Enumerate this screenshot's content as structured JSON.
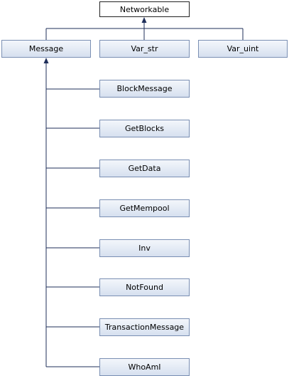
{
  "diagram": {
    "root": {
      "label": "Networkable"
    },
    "level1": [
      {
        "label": "Message"
      },
      {
        "label": "Var_str"
      },
      {
        "label": "Var_uint"
      }
    ],
    "message_children": [
      {
        "label": "BlockMessage"
      },
      {
        "label": "GetBlocks"
      },
      {
        "label": "GetData"
      },
      {
        "label": "GetMempool"
      },
      {
        "label": "Inv"
      },
      {
        "label": "NotFound"
      },
      {
        "label": "TransactionMessage"
      },
      {
        "label": "WhoAmI"
      }
    ],
    "colors": {
      "edge": "#1f2f5a",
      "node_border": "#7a8fb3",
      "node_fill_top": "#f3f6fb",
      "node_fill_bottom": "#d6e0ef",
      "root_border": "#222222"
    }
  }
}
